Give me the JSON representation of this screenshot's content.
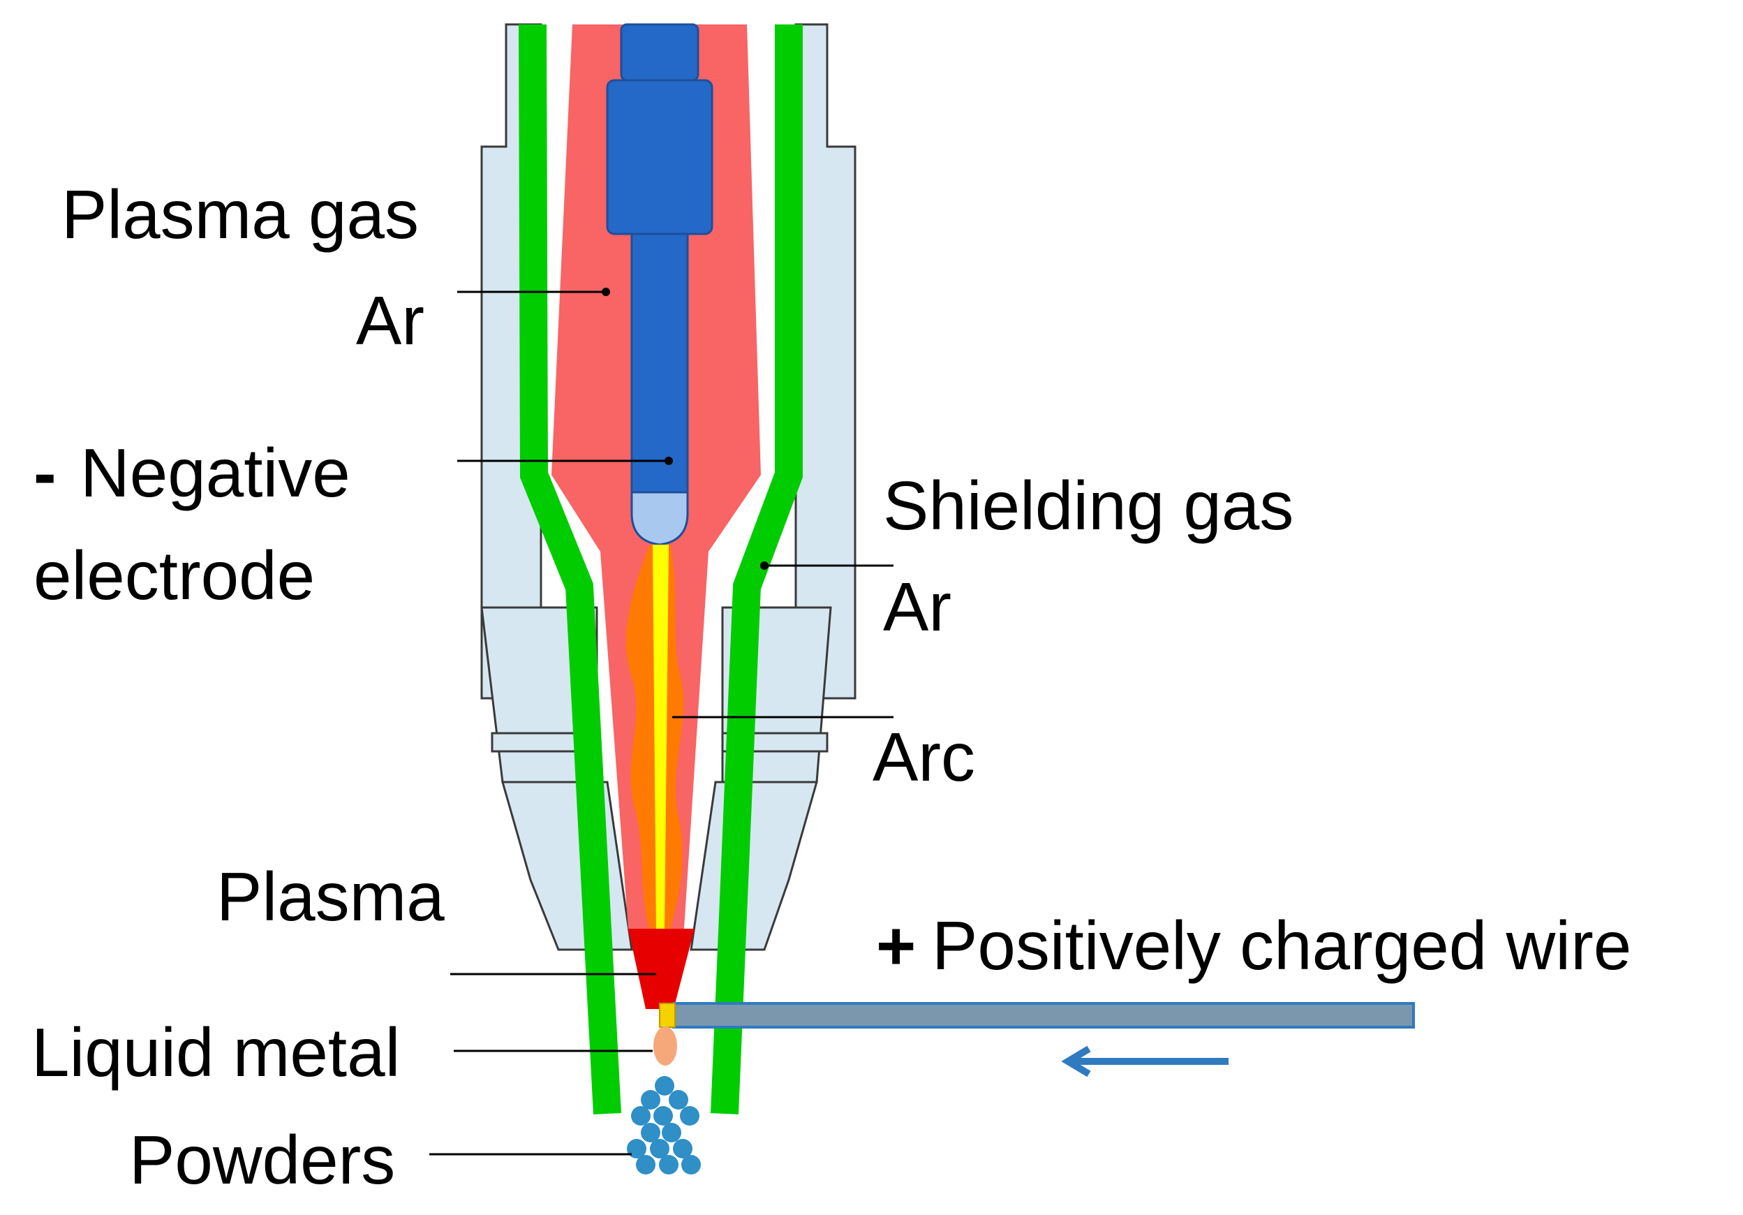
{
  "colors": {
    "torch_body": "#d6e7f1",
    "torch_outline": "#3a3a3a",
    "shield_tube": "#00cc00",
    "plasma_gas": "#f96464",
    "electrode": "#2468c8",
    "electrode_tip": "#a9c8ef",
    "arc_core": "#ffff00",
    "arc_glow": "#ff7a00",
    "plasma_cone": "#e60000",
    "liquid_metal": "#f7a87a",
    "powder": "#2f8fc6",
    "wire": "#7b97ad",
    "wire_outline": "#2f7bbf",
    "arrow": "#2f7bbf",
    "leader": "#000000"
  },
  "labels": {
    "plasma_gas": "Plasma gas",
    "plasma_gas_ar": "Ar",
    "negative_sign": "-",
    "negative_electrode": "Negative",
    "electrode": "electrode",
    "shielding_gas": "Shielding gas",
    "shielding_gas_ar": "Ar",
    "arc": "Arc",
    "plasma": "Plasma",
    "positive_sign": "+",
    "positively_charged_wire": "Positively charged wire",
    "liquid_metal": "Liquid metal",
    "powders": "Powders"
  },
  "icons": {
    "feed_arrow": "left-arrow-icon"
  }
}
